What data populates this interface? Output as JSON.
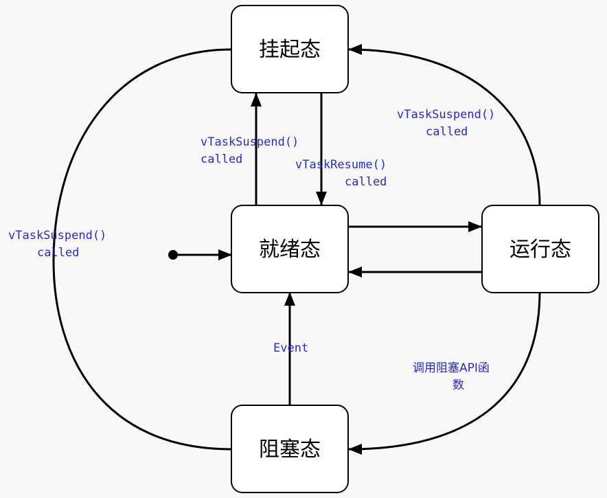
{
  "states": {
    "suspended": "挂起态",
    "ready": "就绪态",
    "running": "运行态",
    "blocked": "阻塞态"
  },
  "edges": {
    "ready_to_suspended": {
      "line1": "vTaskSuspend()",
      "line2": "called"
    },
    "suspended_to_ready": {
      "line1": "vTaskResume()",
      "line2": "called"
    },
    "running_to_suspended": {
      "line1": "vTaskSuspend()",
      "line2": "called"
    },
    "blocked_to_suspended": {
      "line1": "vTaskSuspend()",
      "line2": "called"
    },
    "blocked_to_ready": {
      "label": "Event"
    },
    "running_to_blocked": {
      "line1": "调用阻塞API函",
      "line2": "数"
    }
  },
  "colors": {
    "label": "#2929cc",
    "line": "#000000",
    "box_fill": "#ffffff",
    "background": "#f8f8f8"
  }
}
